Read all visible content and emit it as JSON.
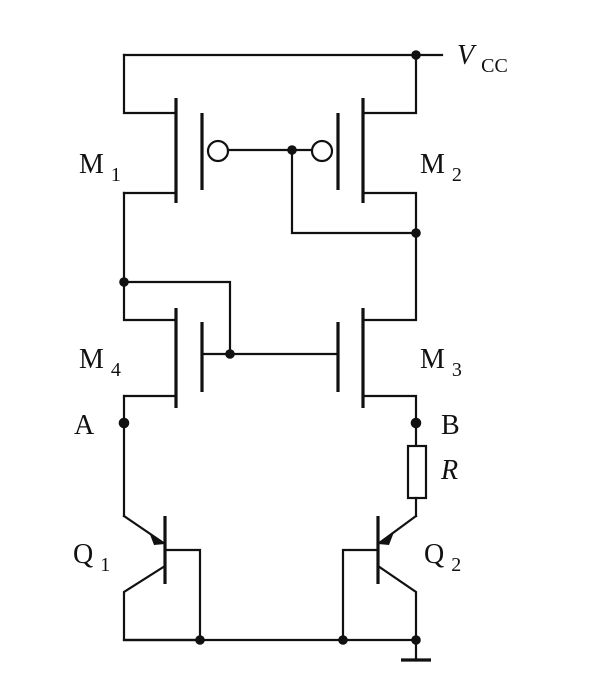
{
  "diagram": {
    "labels": {
      "m1": "M",
      "m1_sub": "1",
      "m2": "M",
      "m2_sub": "2",
      "m3": "M",
      "m3_sub": "3",
      "m4": "M",
      "m4_sub": "4",
      "a": "A",
      "b": "B",
      "r": "R",
      "q1": "Q",
      "q1_sub": "1",
      "q2": "Q",
      "q2_sub": "2",
      "vcc": "V",
      "vcc_sub": "CC"
    }
  }
}
